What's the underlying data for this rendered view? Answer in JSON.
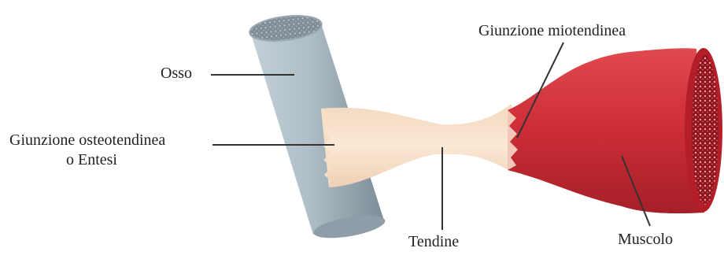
{
  "labels": {
    "bone": "Osso",
    "osteotendinous_line1": "Giunzione osteotendinea",
    "osteotendinous_line2": "o Entesi",
    "tendon": "Tendine",
    "myotendinous": "Giunzione miotendinea",
    "muscle": "Muscolo"
  },
  "colors": {
    "bone": "#aebdc6",
    "bone_shadow": "#7c8d97",
    "tendon": "#f8e3cf",
    "muscle": "#cc2b35",
    "muscle_dark": "#9e1b24",
    "leader_line": "#333333"
  }
}
